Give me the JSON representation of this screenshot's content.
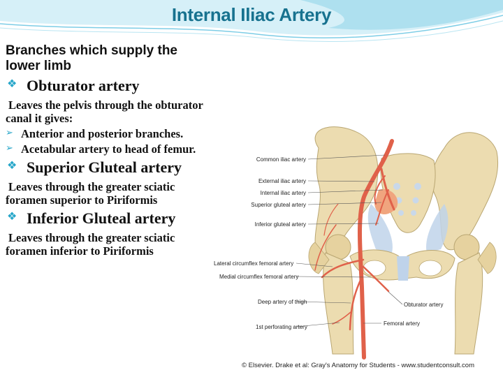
{
  "title": "Internal Iliac Artery",
  "subheading": "Branches which supply the lower limb",
  "sections": {
    "obturator": {
      "heading": "Obturator artery",
      "description": "Leaves the pelvis through the obturator canal it gives:",
      "items": [
        "Anterior and posterior branches.",
        "Acetabular artery to head of femur."
      ]
    },
    "superior_gluteal": {
      "heading": "Superior Gluteal artery",
      "description": "Leaves through the greater sciatic foramen superior to Piriformis"
    },
    "inferior_gluteal": {
      "heading": "Inferior Gluteal artery",
      "description": "Leaves through the greater sciatic foramen inferior to Piriformis"
    }
  },
  "figure": {
    "labels_left": [
      "Common iliac artery",
      "External iliac artery",
      "Internal iliac artery",
      "Superior gluteal artery",
      "Inferior gluteal artery",
      "Lateral circumflex femoral artery",
      "Medial circumflex femoral artery",
      "Deep artery of thigh",
      "1st perforating artery"
    ],
    "labels_right": [
      "Obturator artery",
      "Femoral artery"
    ],
    "copyright": "© Elsevier. Drake et al: Gray's Anatomy for Students - www.studentconsult.com"
  },
  "colors": {
    "title": "#17728f",
    "bullet": "#27a6c9",
    "artery": "#e0614a",
    "bone": "#ecdcb0"
  },
  "icons": {
    "bullet_main": "diamond-bullet-icon",
    "bullet_sub": "arrow-bullet-icon"
  }
}
